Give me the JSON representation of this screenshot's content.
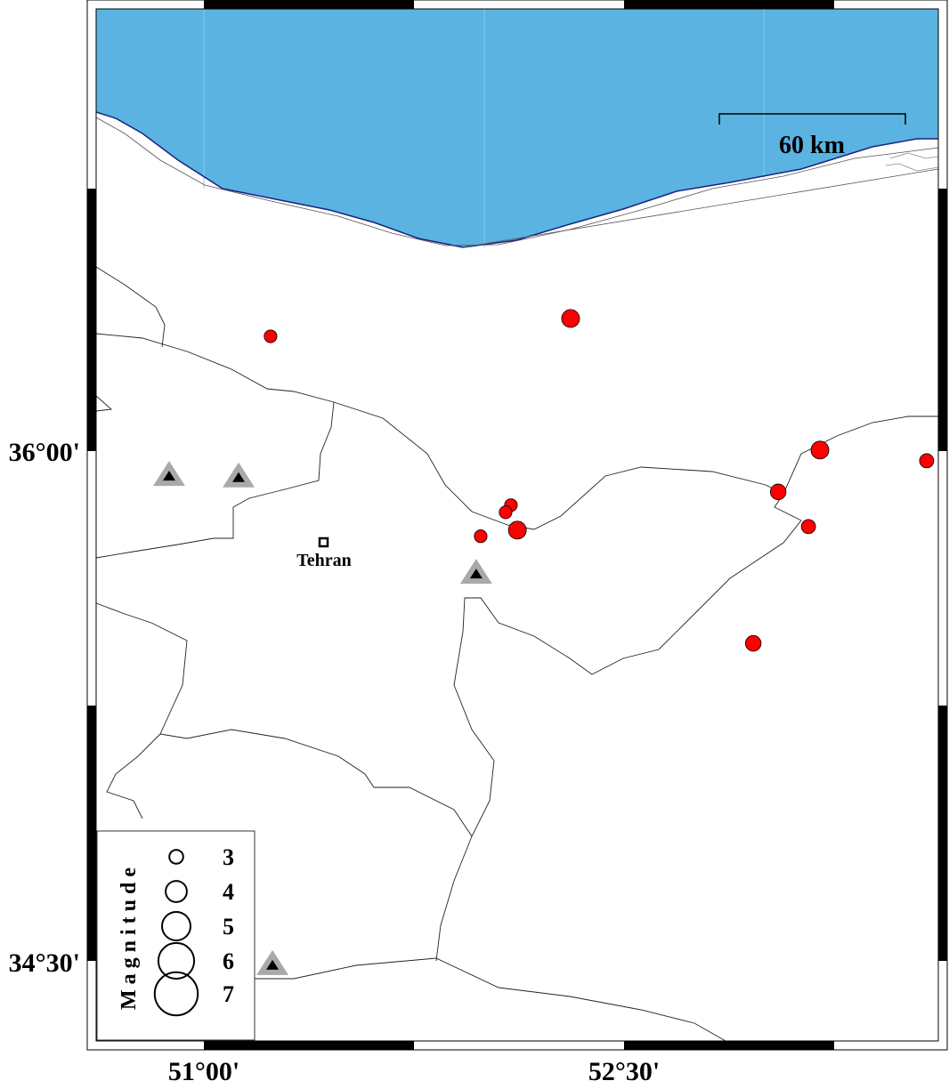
{
  "map": {
    "sea_color": "#5ab3e0",
    "event_color": "#ff0000",
    "station_color": "#a9a9a9",
    "scale_bar": {
      "label": "60 km"
    },
    "x_ticks": [
      {
        "lon": 51.0,
        "label": "51°00'"
      },
      {
        "lon": 52.5,
        "label": "52°30'"
      }
    ],
    "y_ticks": [
      {
        "lat": 36.0,
        "label": "36°00'"
      },
      {
        "lat": 34.5,
        "label": "34°30'"
      }
    ],
    "city": {
      "name": "Tehran",
      "lon": 51.429,
      "lat": 35.82
    },
    "events": [
      {
        "lon": 51.238,
        "lat": 36.225,
        "mag": 2.6
      },
      {
        "lon": 52.309,
        "lat": 36.26,
        "mag": 3.3
      },
      {
        "lon": 53.199,
        "lat": 36.002,
        "mag": 3.3
      },
      {
        "lon": 53.58,
        "lat": 35.981,
        "mag": 2.8
      },
      {
        "lon": 53.05,
        "lat": 35.92,
        "mag": 3.0
      },
      {
        "lon": 53.158,
        "lat": 35.852,
        "mag": 2.8
      },
      {
        "lon": 52.961,
        "lat": 35.623,
        "mag": 3.0
      },
      {
        "lon": 52.096,
        "lat": 35.894,
        "mag": 2.6
      },
      {
        "lon": 52.077,
        "lat": 35.88,
        "mag": 2.6
      },
      {
        "lon": 52.119,
        "lat": 35.845,
        "mag": 3.3
      },
      {
        "lon": 51.988,
        "lat": 35.833,
        "mag": 2.6
      }
    ],
    "stations": [
      {
        "lon": 50.876,
        "lat": 35.951
      },
      {
        "lon": 51.124,
        "lat": 35.948
      },
      {
        "lon": 51.972,
        "lat": 35.759
      },
      {
        "lon": 51.245,
        "lat": 34.992
      }
    ]
  },
  "legend": {
    "title": "Magnitude",
    "entries": [
      {
        "mag": 3,
        "label": "3"
      },
      {
        "mag": 4,
        "label": "4"
      },
      {
        "mag": 5,
        "label": "5"
      },
      {
        "mag": 6,
        "label": "6"
      },
      {
        "mag": 7,
        "label": "7"
      }
    ]
  }
}
